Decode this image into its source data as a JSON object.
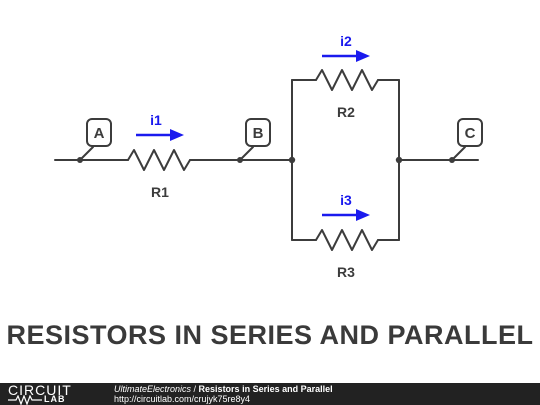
{
  "diagram": {
    "nodes": {
      "a": "A",
      "b": "B",
      "c": "C"
    },
    "resistors": {
      "r1": "R1",
      "r2": "R2",
      "r3": "R3"
    },
    "currents": {
      "i1": "i1",
      "i2": "i2",
      "i3": "i3"
    }
  },
  "title": "RESISTORS IN SERIES AND PARALLEL",
  "footer": {
    "logo_top": "CIRCUIT",
    "logo_bottom": "LAB",
    "author": "UltimateElectronics",
    "separator": " / ",
    "circuit_title": "Resistors in Series and Parallel",
    "url": "http://circuitlab.com/crujyk75re8y4"
  },
  "colors": {
    "wire": "#3c3c3c",
    "current_arrow": "#1a1aee",
    "title_text": "#3a3a3a",
    "footer_bg": "#222222"
  }
}
